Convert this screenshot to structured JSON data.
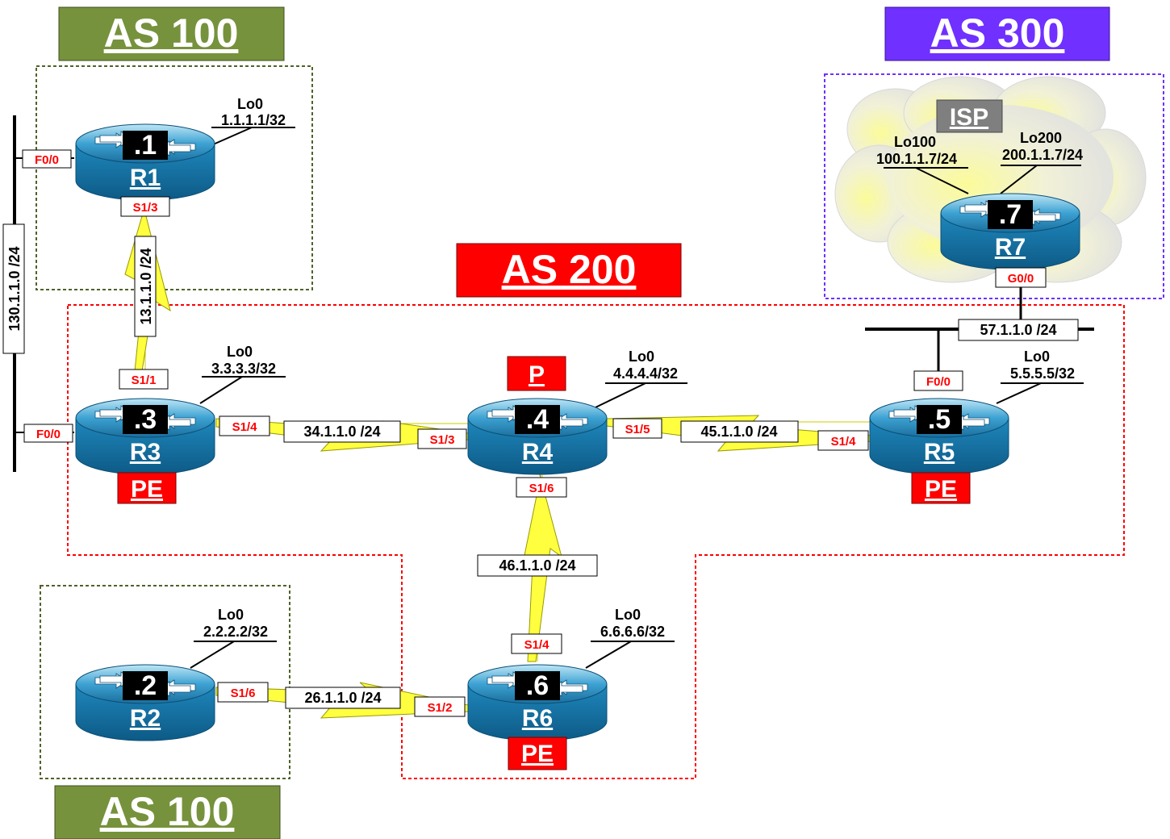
{
  "as_boxes": {
    "as100_top": {
      "label": "AS 100",
      "color": "#76923c"
    },
    "as300": {
      "label": "AS 300",
      "color": "#7030ff"
    },
    "as200": {
      "label": "AS 200",
      "color": "#ff0000"
    },
    "as100_bottom": {
      "label": "AS 100",
      "color": "#76923c"
    }
  },
  "isp_label": "ISP",
  "routers": {
    "r1": {
      "name": "R1",
      "id": ".1"
    },
    "r2": {
      "name": "R2",
      "id": ".2"
    },
    "r3": {
      "name": "R3",
      "id": ".3",
      "role": "PE"
    },
    "r4": {
      "name": "R4",
      "id": ".4",
      "role": "P"
    },
    "r5": {
      "name": "R5",
      "id": ".5",
      "role": "PE"
    },
    "r6": {
      "name": "R6",
      "id": ".6",
      "role": "PE"
    },
    "r7": {
      "name": "R7",
      "id": ".7"
    }
  },
  "loopbacks": {
    "r1_lo0": {
      "name": "Lo0",
      "addr": "1.1.1.1/32"
    },
    "r2_lo0": {
      "name": "Lo0",
      "addr": "2.2.2.2/32"
    },
    "r3_lo0": {
      "name": "Lo0",
      "addr": "3.3.3.3/32"
    },
    "r4_lo0": {
      "name": "Lo0",
      "addr": "4.4.4.4/32"
    },
    "r5_lo0": {
      "name": "Lo0",
      "addr": "5.5.5.5/32"
    },
    "r6_lo0": {
      "name": "Lo0",
      "addr": "6.6.6.6/32"
    },
    "r7_lo100": {
      "name": "Lo100",
      "addr": "100.1.1.7/24"
    },
    "r7_lo200": {
      "name": "Lo200",
      "addr": "200.1.1.7/24"
    }
  },
  "interfaces": {
    "r1_f00": "F0/0",
    "r1_s13": "S1/3",
    "r3_s11": "S1/1",
    "r3_f00": "F0/0",
    "r3_s14": "S1/4",
    "r4_s13": "S1/3",
    "r4_s15": "S1/5",
    "r4_s16": "S1/6",
    "r5_s14": "S1/4",
    "r5_f00": "F0/0",
    "r6_s14": "S1/4",
    "r6_s12": "S1/2",
    "r2_s16": "S1/6",
    "r7_g00": "G0/0"
  },
  "networks": {
    "n130": "130.1.1.0 /24",
    "n13": "13.1.1.0 /24",
    "n34": "34.1.1.0 /24",
    "n45": "45.1.1.0 /24",
    "n46": "46.1.1.0 /24",
    "n26": "26.1.1.0 /24",
    "n57": "57.1.1.0 /24"
  }
}
